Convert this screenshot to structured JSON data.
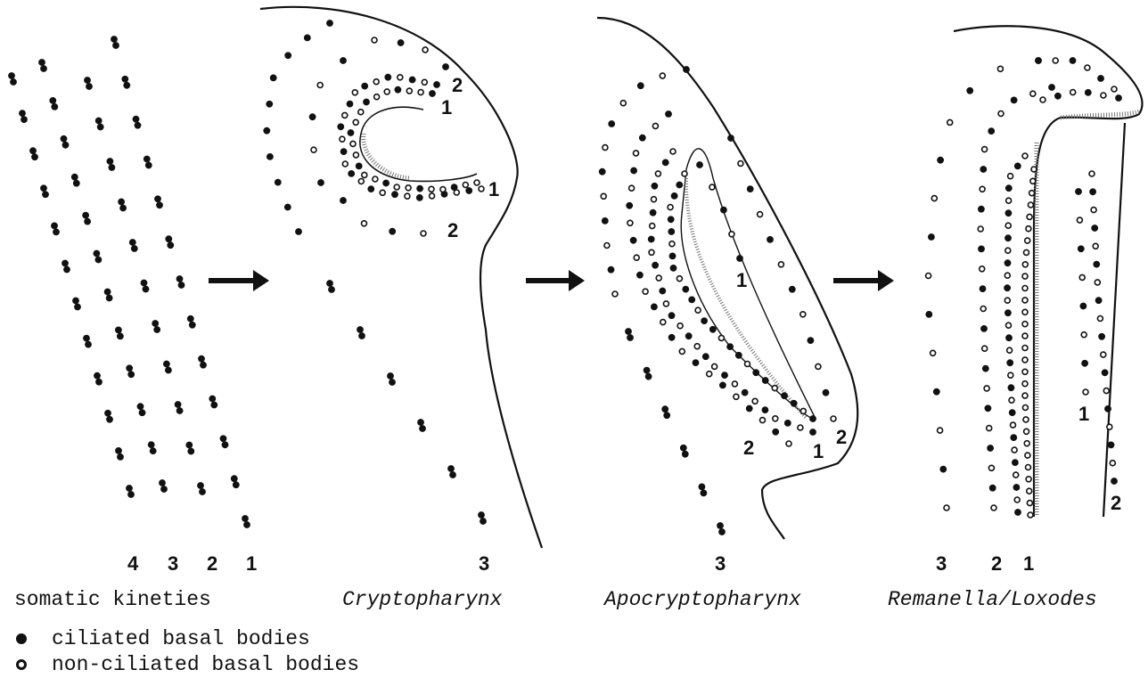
{
  "panels": [
    {
      "id": "somatic",
      "caption": "somatic kineties",
      "italic": false,
      "numbers": [
        "4",
        "3",
        "2",
        "1"
      ]
    },
    {
      "id": "crypto",
      "caption": "Cryptopharynx",
      "italic": true,
      "numbers": [
        "3"
      ],
      "inner_numbers": [
        "2",
        "1",
        "1",
        "2"
      ]
    },
    {
      "id": "apocrypto",
      "caption": "Apocryptopharynx",
      "italic": true,
      "numbers": [
        "3"
      ],
      "inner_numbers": [
        "1",
        "2",
        "1",
        "2"
      ]
    },
    {
      "id": "remanella",
      "caption": "Remanella/Loxodes",
      "italic": true,
      "numbers": [
        "3",
        "2",
        "1"
      ],
      "inner_numbers": [
        "1",
        "2"
      ]
    }
  ],
  "legend": {
    "ciliated": "ciliated basal bodies",
    "non_ciliated": "non-ciliated basal bodies"
  }
}
